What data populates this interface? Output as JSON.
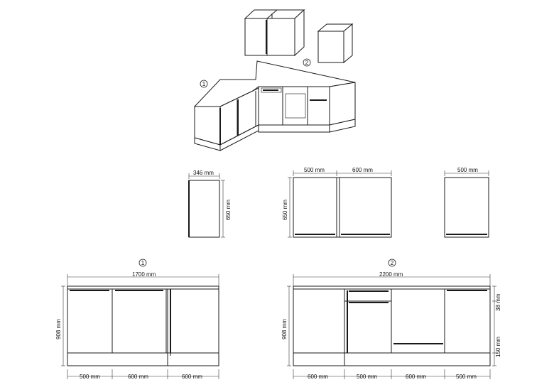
{
  "labels": {
    "marker_1": "1",
    "marker_2": "2"
  },
  "wall_cabinets": {
    "narrow_width": "346 mm",
    "narrow_height": "650 mm",
    "double_left_width": "500 mm",
    "double_right_width": "600 mm",
    "double_height": "650 mm",
    "single_width": "500 mm"
  },
  "section_1": {
    "marker": "1",
    "total_width": "1700 mm",
    "height": "908 mm",
    "widths": [
      "500 mm",
      "600 mm",
      "600 mm"
    ]
  },
  "section_2": {
    "marker": "2",
    "total_width": "2200 mm",
    "height": "908 mm",
    "widths": [
      "600 mm",
      "500 mm",
      "600 mm",
      "500 mm"
    ],
    "drawer_height": "38 mm",
    "plinth_height": "150 mm"
  }
}
